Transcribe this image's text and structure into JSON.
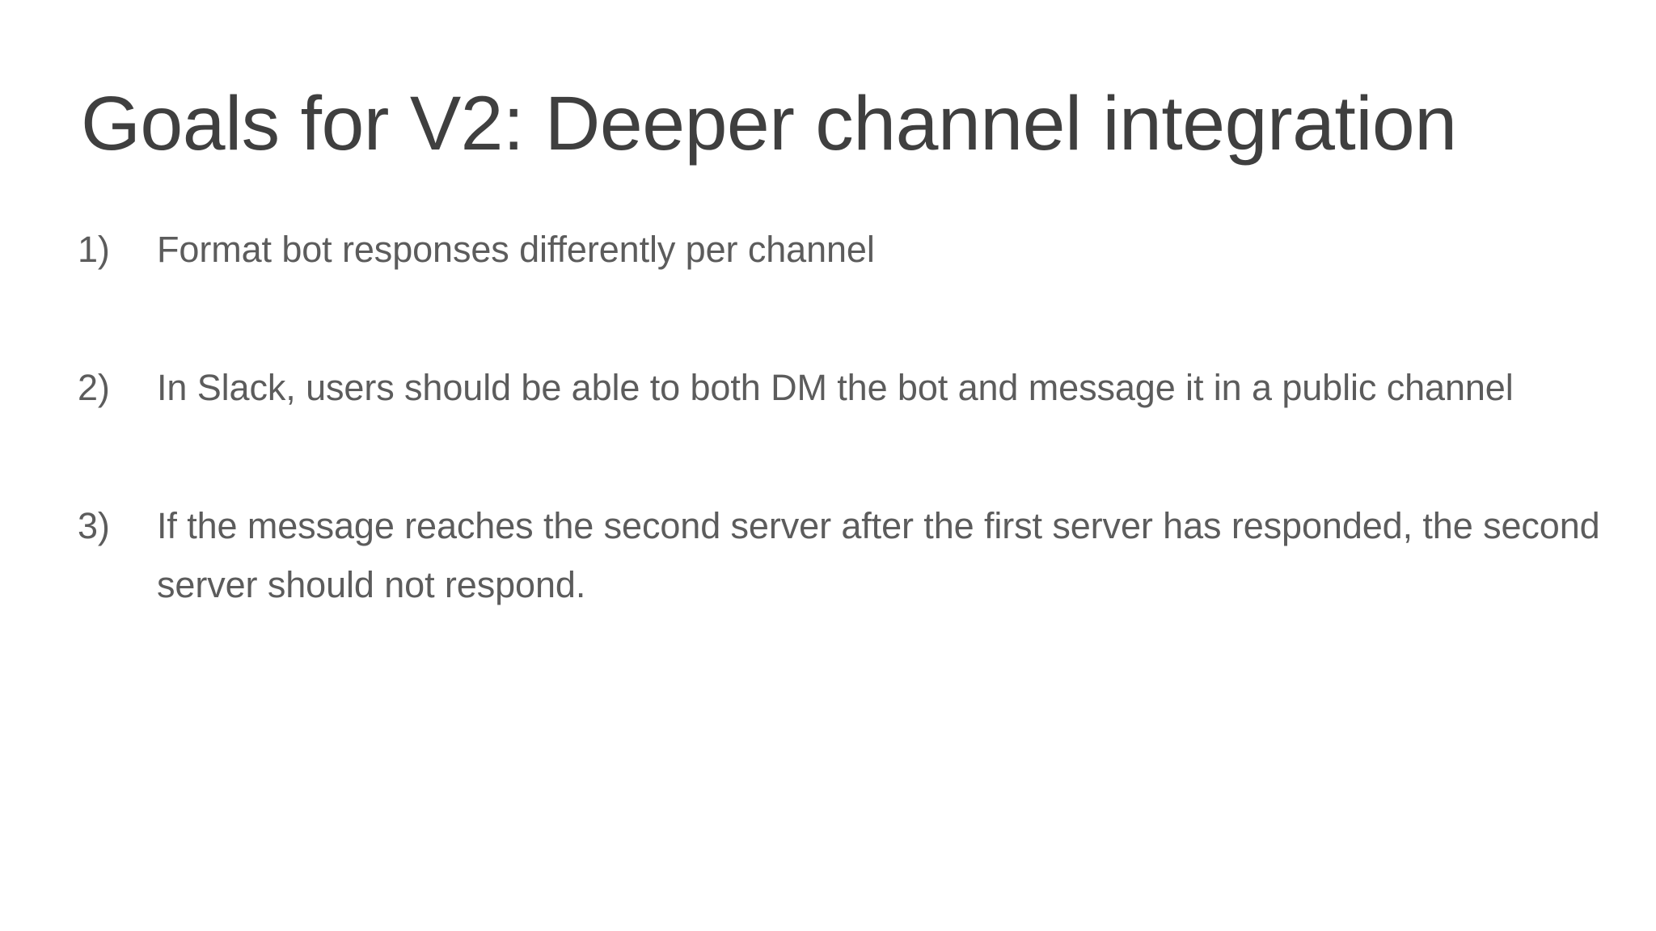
{
  "slide": {
    "title": "Goals for V2: Deeper channel integration",
    "background_color": "#ffffff",
    "title_color": "#3f3f3f",
    "body_color": "#5c5c5c",
    "items": [
      {
        "marker": "1)",
        "text": "Format bot responses differently per channel"
      },
      {
        "marker": "2)",
        "text": "In Slack, users should be able to both DM the bot and message it in a public channel"
      },
      {
        "marker": "3)",
        "text": "If the message reaches the second server after the first server has responded, the second server should not respond."
      }
    ]
  }
}
